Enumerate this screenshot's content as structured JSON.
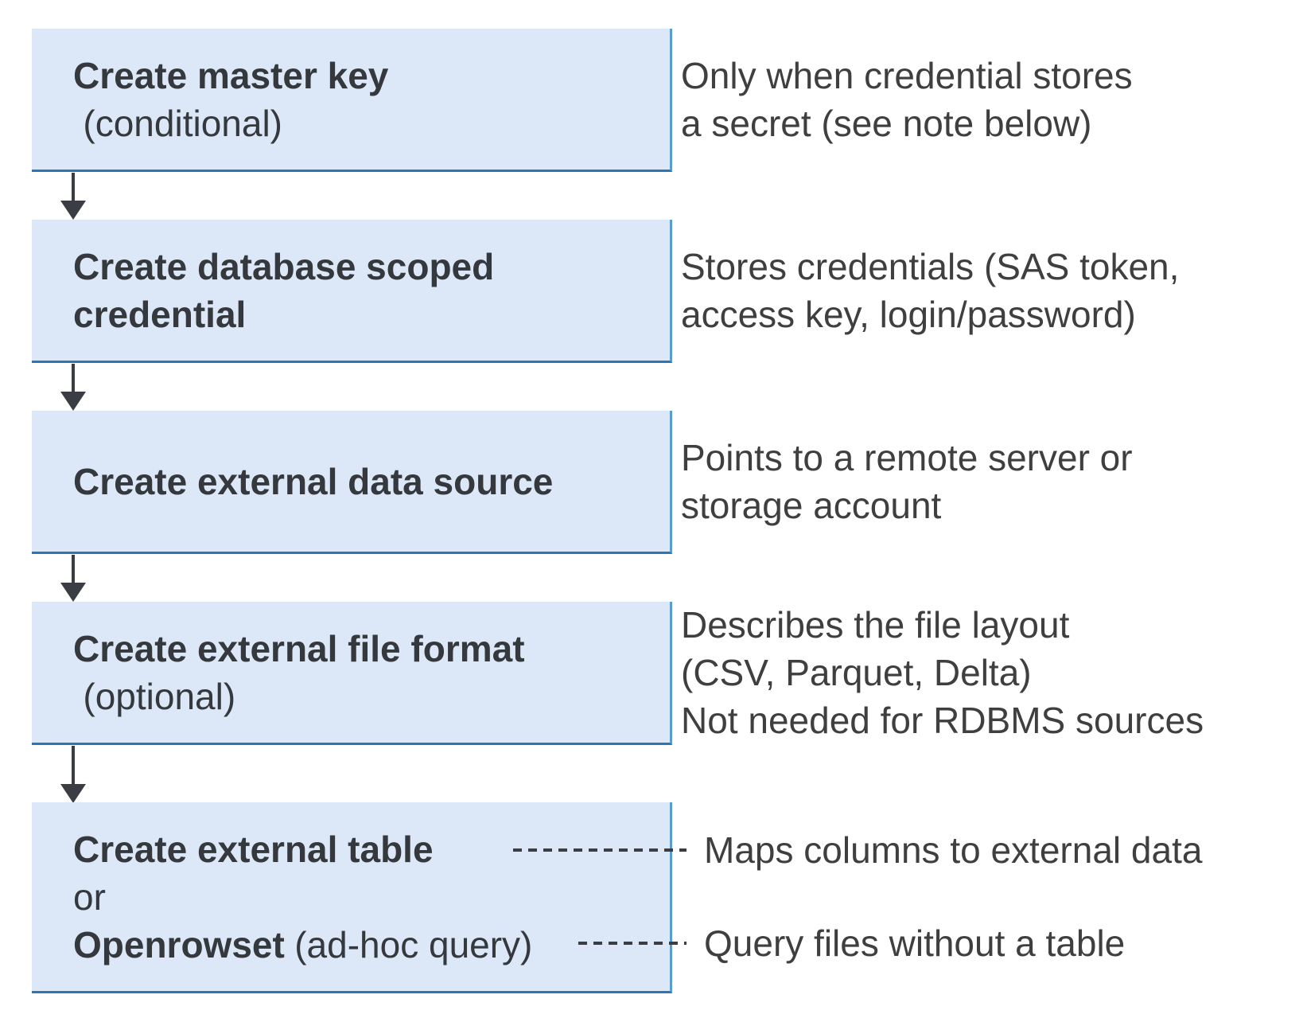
{
  "colors": {
    "box_fill": "#dce8f8",
    "box_border_right": "#5b9bd5",
    "box_border_bottom": "#2e75b6",
    "arrow": "#3a3e44",
    "text_dark": "#35383c",
    "text_note": "#3f3f3f"
  },
  "steps": [
    {
      "box": {
        "title": "Create master key",
        "qualifier": "(conditional)"
      },
      "note": {
        "line1": "Only when credential stores",
        "line2": "a secret (see note below)"
      }
    },
    {
      "box": {
        "title_line1": "Create database scoped",
        "title_line2": "credential"
      },
      "note": {
        "line1": "Stores credentials (SAS token,",
        "line2": "access key, login/password)"
      }
    },
    {
      "box": {
        "title": "Create external data source"
      },
      "note": {
        "line1": "Points to a remote server or",
        "line2": "storage account"
      }
    },
    {
      "box": {
        "title": "Create external file format",
        "qualifier": "(optional)"
      },
      "note": {
        "line1": "Describes the file layout",
        "line2": "(CSV, Parquet, Delta)",
        "line3": "Not needed for RDBMS sources"
      }
    },
    {
      "box": {
        "line1_bold": "Create external table",
        "line2": "or",
        "line3_bold": "Openrowset",
        "line3_plain": "(ad-hoc query)"
      },
      "connectors": [
        {
          "label": "Maps columns to external data"
        },
        {
          "label": "Query files without a table"
        }
      ]
    }
  ]
}
